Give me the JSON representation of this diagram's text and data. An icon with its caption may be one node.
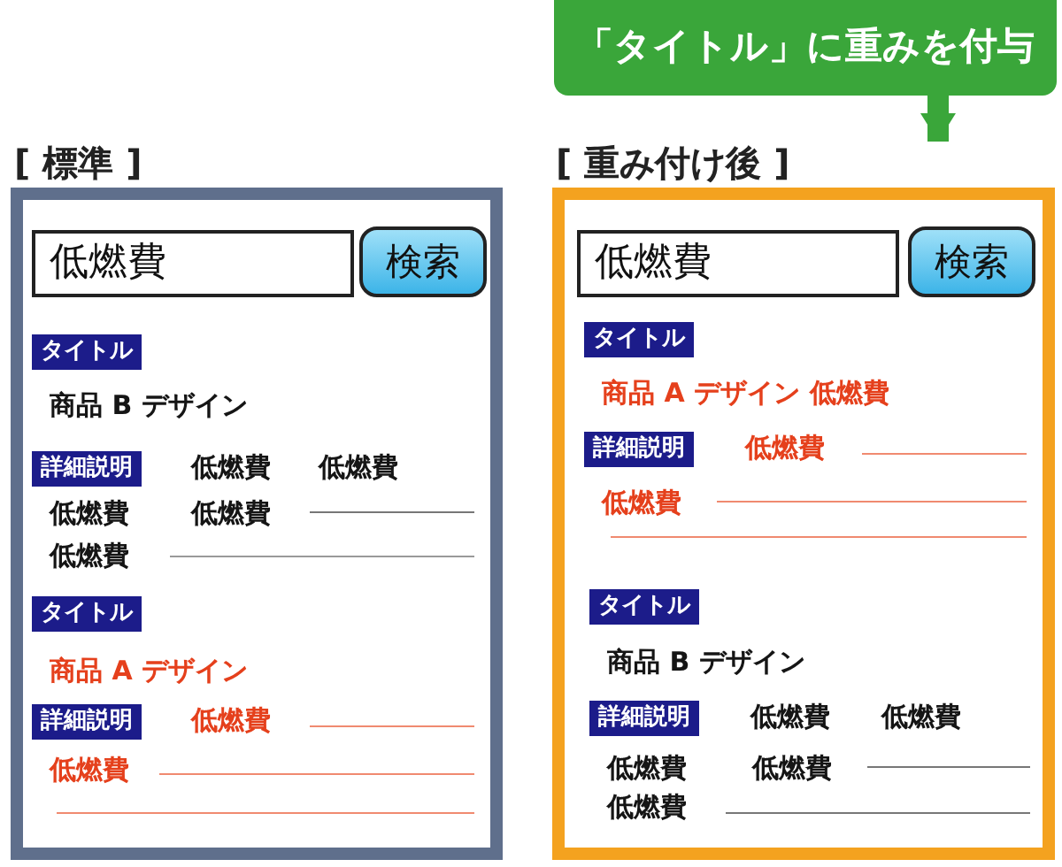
{
  "diagram": {
    "nodes": [
      {
        "text": [
          "[ 標準 ]"
        ]
      },
      {
        "text": [
          "低燃費"
        ],
        "in": 0
      },
      {
        "text": [
          "検索"
        ],
        "in": 0
      },
      {
        "text": [
          "タイトル"
        ],
        "in": 0
      },
      {
        "text": [
          "詳細説明"
        ],
        "in": 0
      },
      {
        "text": [
          "タイトル"
        ],
        "in": 0
      },
      {
        "text": [
          "詳細説明"
        ],
        "in": 0
      },
      {
        "text": [
          "[ 重み付け後 ]"
        ]
      },
      {
        "text": [
          "低燃費"
        ],
        "in": 7
      },
      {
        "text": [
          "検索"
        ],
        "in": 7
      },
      {
        "text": [
          "タイトル"
        ],
        "in": 7
      },
      {
        "text": [
          "詳細説明"
        ],
        "in": 7
      },
      {
        "text": [
          "タイトル"
        ],
        "in": 7
      },
      {
        "text": [
          "詳細説明"
        ],
        "in": 7
      },
      {
        "text": [
          "「タイトル」に重みを付与"
        ]
      }
    ],
    "edges": [
      {
        "from": 14,
        "to": 7,
        "arrow": "to"
      }
    ],
    "labels": [
      "商品 B デザイン",
      "低燃費",
      "低燃費",
      "低燃費",
      "低燃費",
      "低燃費",
      "商品 A デザイン",
      "低燃費",
      "低燃費",
      "商品 A デザイン 低燃費",
      "低燃費",
      "低燃費",
      "商品 B デザイン",
      "低燃費",
      "低燃費",
      "低燃費",
      "低燃費",
      "低燃費"
    ]
  }
}
